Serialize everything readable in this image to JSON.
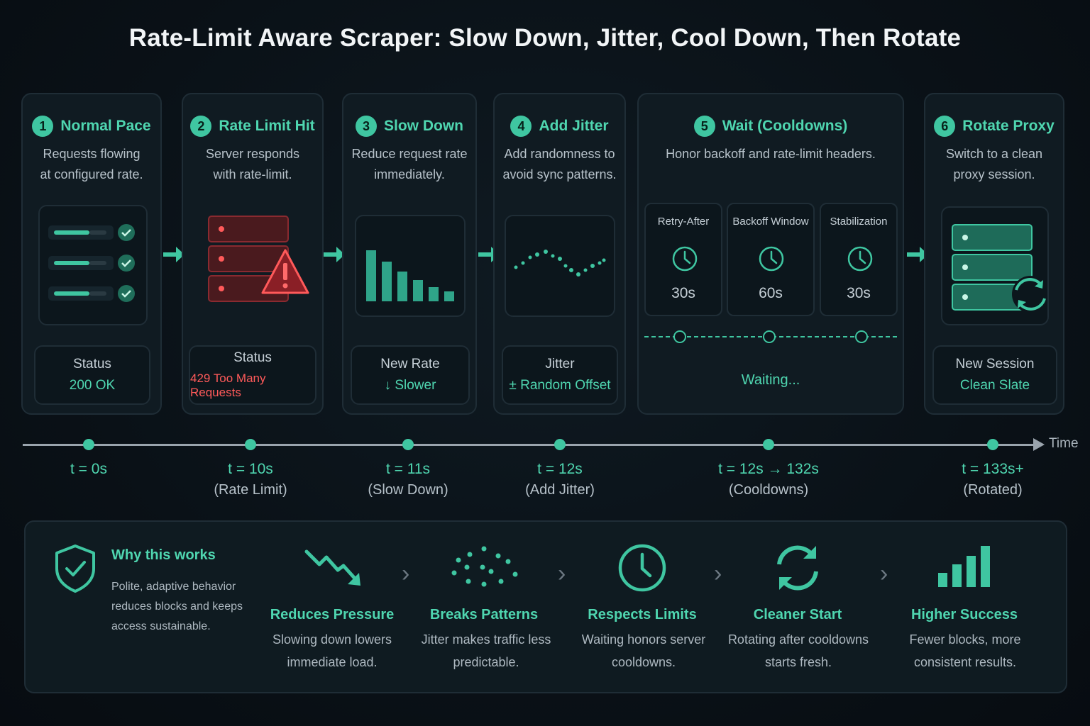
{
  "title": "Rate-Limit Aware Scraper: Slow Down, Jitter, Cool Down, Then Rotate",
  "colors": {
    "accent": "#3fc6a1",
    "alert": "#ff5a5a",
    "background": "#0a1117",
    "panel": "#101b22"
  },
  "steps": [
    {
      "num": "1",
      "title": "Normal Pace",
      "desc1": "Requests flowing",
      "desc2": "at configured rate.",
      "status_label": "Status",
      "status_value": "200 OK"
    },
    {
      "num": "2",
      "title": "Rate Limit Hit",
      "desc1": "Server responds",
      "desc2": "with rate-limit.",
      "status_label": "Status",
      "status_value": "429 Too Many Requests"
    },
    {
      "num": "3",
      "title": "Slow Down",
      "desc1": "Reduce request rate",
      "desc2": "immediately.",
      "status_label": "New Rate",
      "status_value": "↓ Slower"
    },
    {
      "num": "4",
      "title": "Add Jitter",
      "desc1": "Add randomness to",
      "desc2": "avoid sync patterns.",
      "status_label": "Jitter",
      "status_value": "± Random Offset"
    },
    {
      "num": "5",
      "title": "Wait (Cooldowns)",
      "desc1": "Honor backoff and rate-limit headers.",
      "status_value": "Waiting...",
      "cooldowns": [
        {
          "label": "Retry-After",
          "value": "30s"
        },
        {
          "label": "Backoff Window",
          "value": "60s"
        },
        {
          "label": "Stabilization",
          "value": "30s"
        }
      ]
    },
    {
      "num": "6",
      "title": "Rotate Proxy",
      "desc1": "Switch to a clean",
      "desc2": "proxy session.",
      "status_label": "New Session",
      "status_value": "Clean Slate"
    }
  ],
  "timeline": {
    "axis_label": "Time",
    "points": [
      {
        "t": "t = 0s",
        "sub": ""
      },
      {
        "t": "t = 10s",
        "sub": "(Rate Limit)"
      },
      {
        "t": "t = 11s",
        "sub": "(Slow Down)"
      },
      {
        "t": "t = 12s",
        "sub": "(Add Jitter)"
      },
      {
        "t": "t = 12s → 132s",
        "sub": "(Cooldowns)"
      },
      {
        "t": "t = 133s+",
        "sub": "(Rotated)"
      }
    ]
  },
  "benefits": {
    "why_title": "Why this works",
    "why_desc": "Polite, adaptive behavior reduces blocks and keeps access sustainable.",
    "items": [
      {
        "title": "Reduces Pressure",
        "desc1": "Slowing down lowers",
        "desc2": "immediate load.",
        "icon": "trend-down-icon"
      },
      {
        "title": "Breaks Patterns",
        "desc1": "Jitter makes traffic less",
        "desc2": "predictable.",
        "icon": "scatter-dots-icon"
      },
      {
        "title": "Respects Limits",
        "desc1": "Waiting honors server",
        "desc2": "cooldowns.",
        "icon": "clock-icon"
      },
      {
        "title": "Cleaner Start",
        "desc1": "Rotating after cooldowns",
        "desc2": "starts fresh.",
        "icon": "refresh-icon"
      },
      {
        "title": "Higher Success",
        "desc1": "Fewer blocks, more",
        "desc2": "consistent results.",
        "icon": "bar-chart-icon"
      }
    ]
  }
}
